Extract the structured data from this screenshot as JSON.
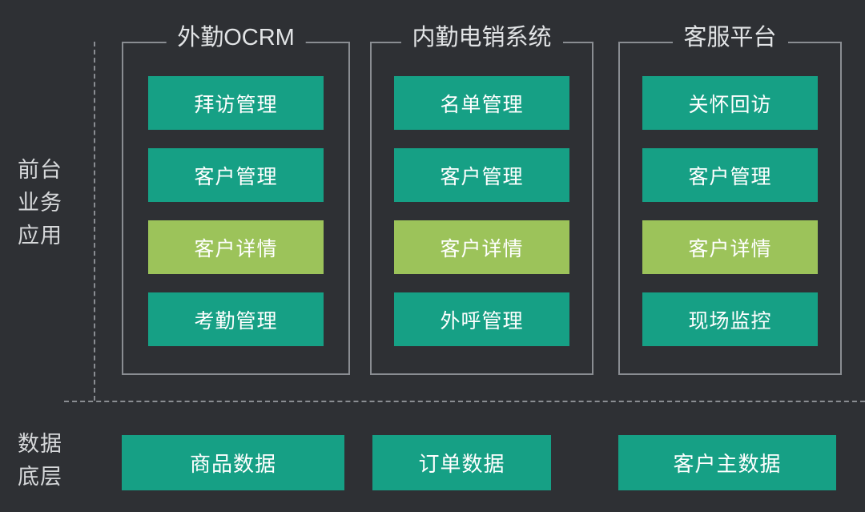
{
  "diagram": {
    "background_color": "#2e3034",
    "accent_teal": "#16a085",
    "accent_olive": "#9cc35a",
    "line_color": "#8a8d92",
    "rows": [
      {
        "key": "front_office",
        "label": "前台\n业务\n应用"
      },
      {
        "key": "data_layer",
        "label": "数据\n底层"
      }
    ],
    "groups": [
      {
        "title": "外勤OCRM",
        "items": [
          {
            "label": "拜访管理",
            "color": "teal"
          },
          {
            "label": "客户管理",
            "color": "teal"
          },
          {
            "label": "客户详情",
            "color": "olive"
          },
          {
            "label": "考勤管理",
            "color": "teal"
          }
        ]
      },
      {
        "title": "内勤电销系统",
        "items": [
          {
            "label": "名单管理",
            "color": "teal"
          },
          {
            "label": "客户管理",
            "color": "teal"
          },
          {
            "label": "客户详情",
            "color": "olive"
          },
          {
            "label": "外呼管理",
            "color": "teal"
          }
        ]
      },
      {
        "title": "客服平台",
        "items": [
          {
            "label": "关怀回访",
            "color": "teal"
          },
          {
            "label": "客户管理",
            "color": "teal"
          },
          {
            "label": "客户详情",
            "color": "olive"
          },
          {
            "label": "现场监控",
            "color": "teal"
          }
        ]
      }
    ],
    "data_boxes": [
      {
        "label": "商品数据"
      },
      {
        "label": "订单数据"
      },
      {
        "label": "客户主数据"
      }
    ]
  }
}
